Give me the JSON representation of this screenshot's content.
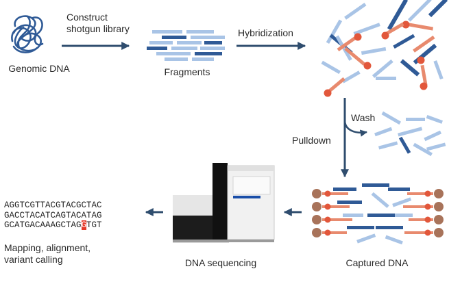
{
  "labels": {
    "genomic_dna": "Genomic DNA",
    "construct_line1": "Construct",
    "construct_line2": "shotgun library",
    "fragments": "Fragments",
    "hybridization": "Hybridization",
    "wash": "Wash",
    "pulldown": "Pulldown",
    "captured_dna": "Captured DNA",
    "dna_sequencing": "DNA sequencing",
    "mapping_line1": "Mapping, alignment,",
    "mapping_line2": "variant calling"
  },
  "sequence": {
    "line1": "AGGTCGTTACGTACGCTAC",
    "line2": "GACCTACATCAGTACATAG",
    "line3_prefix": "GCATGACAAAGCTAG",
    "line3_variant": "G",
    "line3_suffix": "TGT"
  },
  "colors": {
    "dark_blue": "#2f5a96",
    "light_blue": "#a9c4e6",
    "salmon": "#e88a6e",
    "red_bead": "#e2573b",
    "bead_brown": "#a8735a",
    "arrow": "#2f4d6e",
    "variant_highlight": "#e53a2a"
  }
}
